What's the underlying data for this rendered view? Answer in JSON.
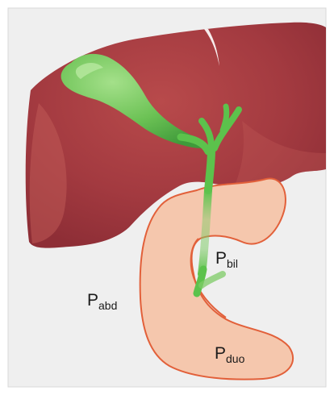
{
  "labels": {
    "bil": {
      "main": "P",
      "sub": "bil"
    },
    "abd": {
      "main": "P",
      "sub": "abd"
    },
    "duo": {
      "main": "P",
      "sub": "duo"
    }
  },
  "colors": {
    "background_panel": "#efefef",
    "panel_border": "#d3d3d3",
    "liver": "#a5383e",
    "liver_highlight": "#c05a56",
    "gallbladder": "#5bb54a",
    "gallbladder_highlight": "#8fd36f",
    "bile_duct": "#5cc24c",
    "duodenum_fill": "#f5c7ad",
    "duodenum_outline": "#e2603a"
  }
}
